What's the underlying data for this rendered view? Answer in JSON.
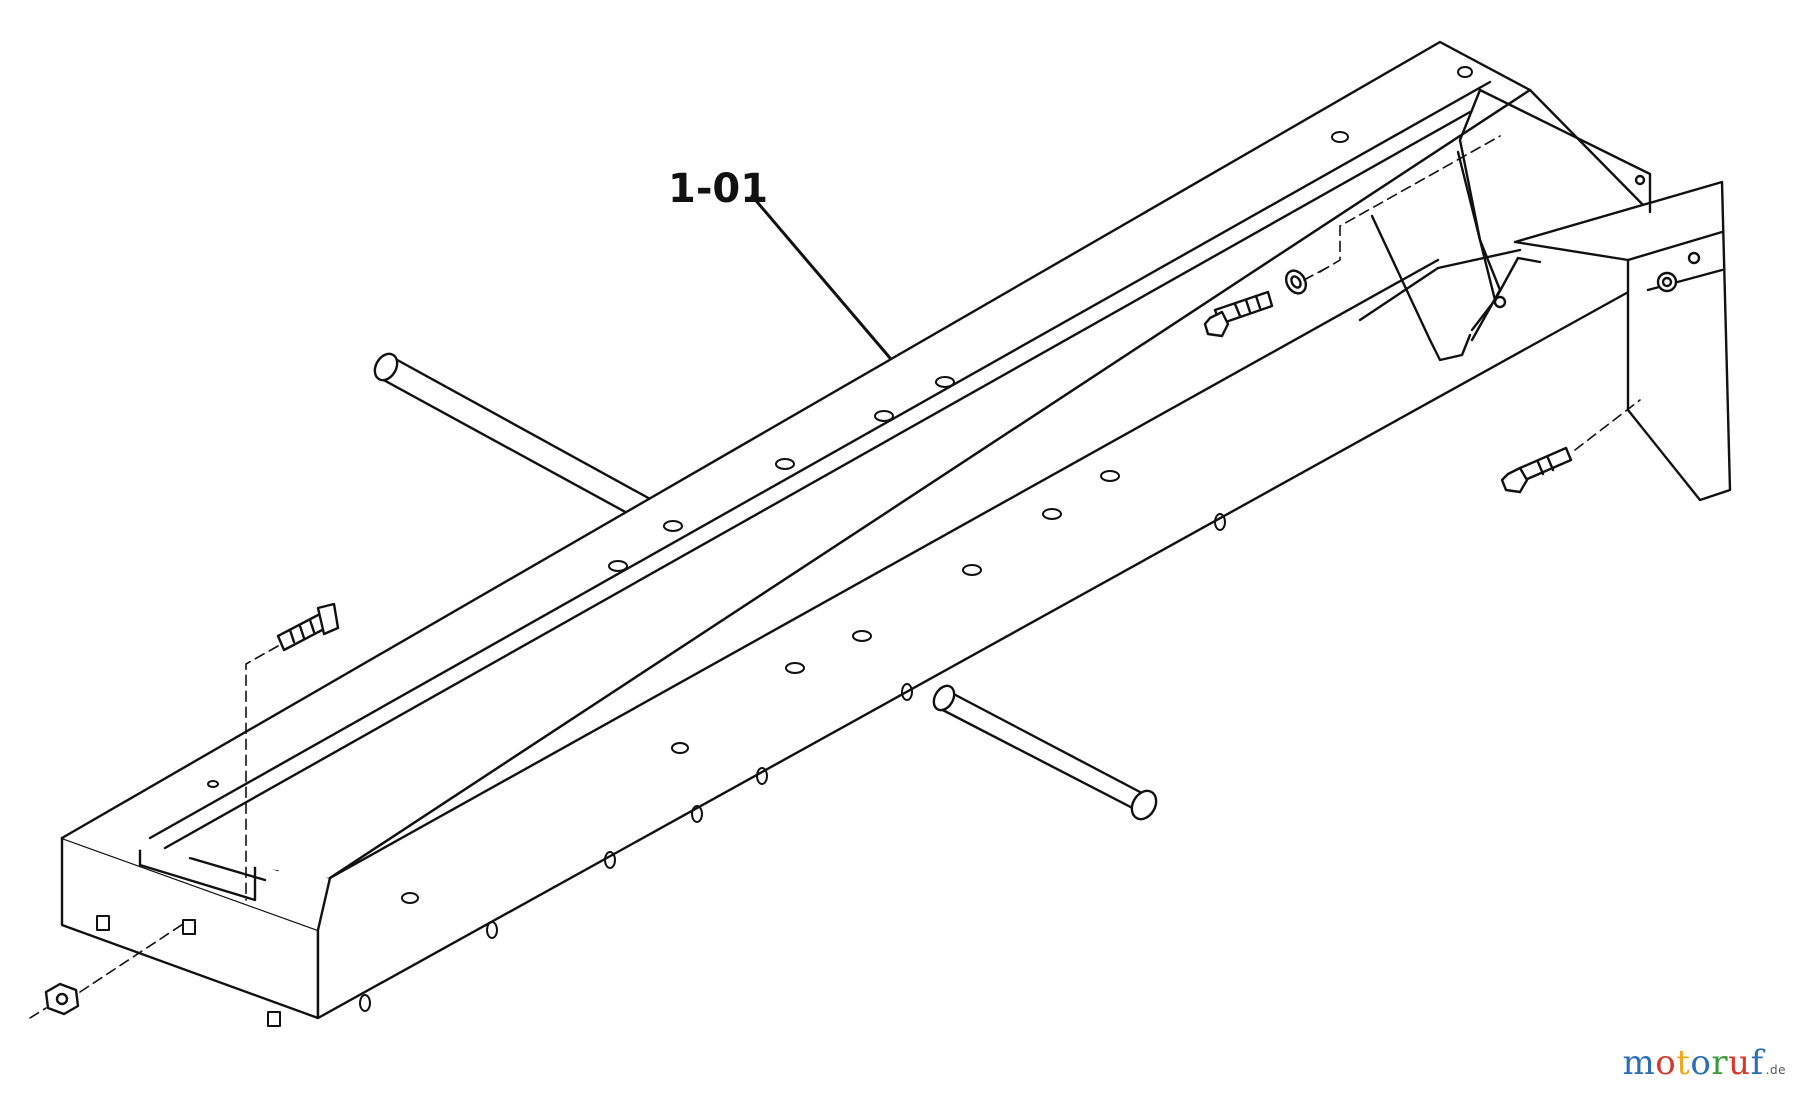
{
  "diagram": {
    "callouts": [
      {
        "id": "frame",
        "label": "1-01"
      }
    ]
  },
  "logo": {
    "letters": [
      {
        "ch": "m",
        "color": "#2a6fb5"
      },
      {
        "ch": "o",
        "color": "#d6382c"
      },
      {
        "ch": "t",
        "color": "#f2a81d"
      },
      {
        "ch": "o",
        "color": "#2a6fb5"
      },
      {
        "ch": "r",
        "color": "#3c9a3c"
      },
      {
        "ch": "u",
        "color": "#d6382c"
      },
      {
        "ch": "f",
        "color": "#2a6fb5"
      }
    ],
    "suffix": ".de"
  },
  "colors": {
    "line": "#111111",
    "background": "#ffffff"
  }
}
